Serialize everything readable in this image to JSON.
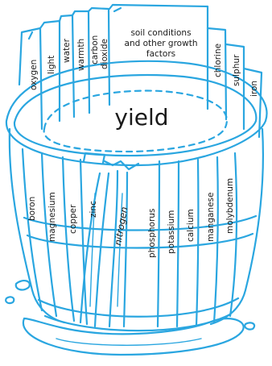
{
  "diagram": {
    "center_label": "yield",
    "stave_labels_top": [
      "oxygen",
      "light",
      "water",
      "warmth",
      "carbon",
      "dioxide"
    ],
    "note_lines": [
      "soil conditions",
      "and other growth",
      "factors"
    ],
    "stave_labels_right": [
      "chlorine",
      "sulphur",
      "iron"
    ],
    "stave_labels_front": [
      "boron",
      "magnesium",
      "copper",
      "zinc",
      "nitrogen",
      "phosphorus",
      "potassium",
      "calcium",
      "manganese",
      "molybdenum"
    ],
    "colors": {
      "outline": "#2aa6e0",
      "text": "#1a1a1a",
      "background": "#ffffff"
    }
  }
}
